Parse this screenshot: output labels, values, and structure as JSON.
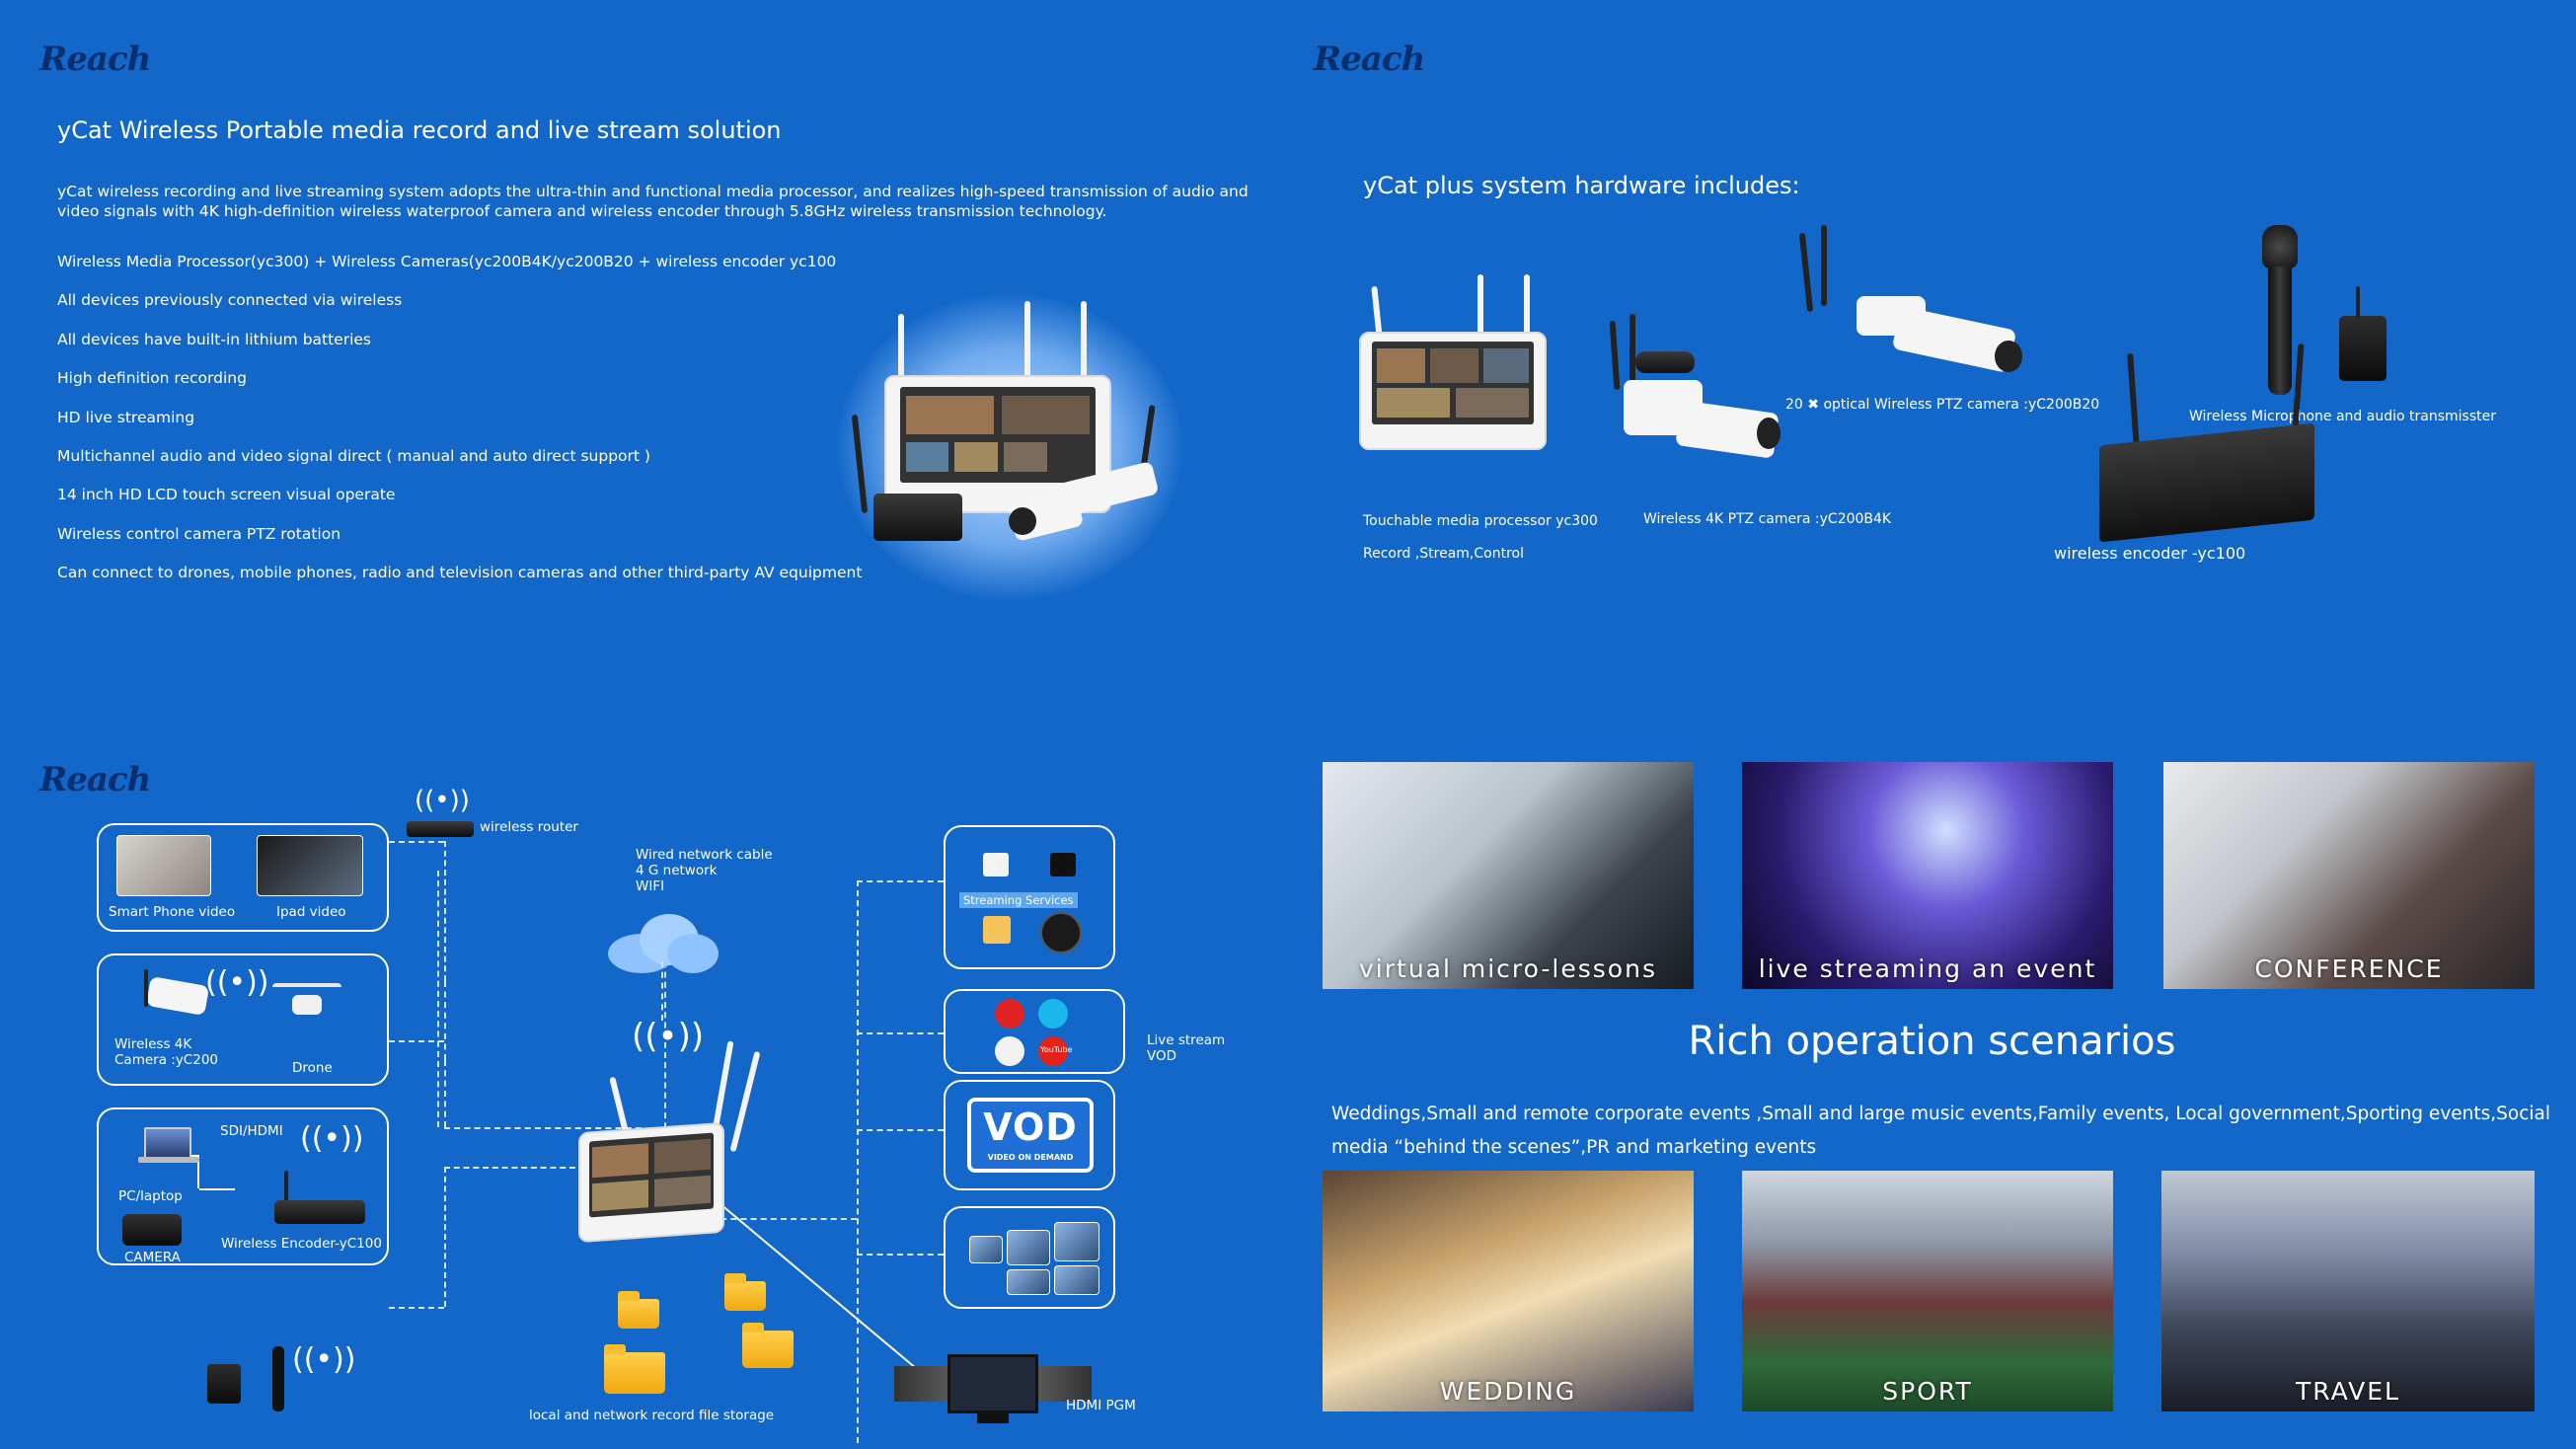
{
  "brand": "Reach",
  "slide1": {
    "title": "yCat Wireless Portable media record and live stream solution",
    "description": "yCat wireless recording and live streaming system adopts the ultra-thin and functional  media processor, and realizes high-speed transmission of audio and video signals with 4K high-definition wireless waterproof camera and wireless encoder through 5.8GHz wireless transmission technology.",
    "features": [
      "Wireless Media Processor(yc300) + Wireless Cameras(yc200B4K/yc200B20 + wireless encoder yc100",
      "All devices previously connected via wireless",
      "All devices have built-in lithium batteries",
      "High definition recording",
      "HD live streaming",
      "Multichannel audio and video signal direct ( manual and auto direct support )",
      "14 inch HD LCD touch screen visual operate",
      "Wireless control camera PTZ rotation",
      "Can connect to drones, mobile phones, radio and television cameras and other third-party AV equipment"
    ]
  },
  "slide2": {
    "title": "yCat plus system hardware includes:",
    "processor_caption": "Touchable media processor yc300",
    "processor_subcaption": "Record ,Stream,Control",
    "camera4k_caption": "Wireless 4K PTZ camera :yC200B4K",
    "camera20x_caption": "20 ✖ optical Wireless  PTZ camera :yC200B20",
    "mic_caption": "Wireless Microphone and audio transmisster",
    "encoder_caption": "wireless encoder -yc100"
  },
  "slide3": {
    "wireless_router": "wireless router",
    "smartphone_video": "Smart Phone video",
    "ipad_video": "Ipad video",
    "wireless_4k_camera": "Wireless 4K\nCamera :yC200",
    "drone": "Drone",
    "sdi_hdmi": "SDI/HDMI",
    "pc_laptop": "PC/laptop",
    "camera": "CAMERA",
    "wireless_encoder": "Wireless Encoder-yC100",
    "network": "Wired network cable\n4 G network\nWIFI",
    "streaming_services": "Streaming Services",
    "live_stream_vod": "Live stream\nVOD",
    "vod_big": "VOD",
    "vod_small": "VIDEO ON DEMAND",
    "local_storage": "local and network record file  storage",
    "hdmi_pgm": "HDMI PGM",
    "youtube": "YouTube"
  },
  "slide4": {
    "heading": "Rich operation scenarios",
    "description": "Weddings,Small and remote corporate events  ,Small and large music events,Family events, Local government,Sporting events,Social media  “behind the scenes”,PR and marketing events",
    "scenarios_top": [
      "virtual micro-lessons",
      "live streaming an event",
      "CONFERENCE"
    ],
    "scenarios_bottom": [
      "WEDDING",
      "SPORT",
      "TRAVEL"
    ]
  },
  "colors": {
    "background": "#1267c9",
    "text": "#ffffff",
    "logo": "#0a2f6e"
  }
}
